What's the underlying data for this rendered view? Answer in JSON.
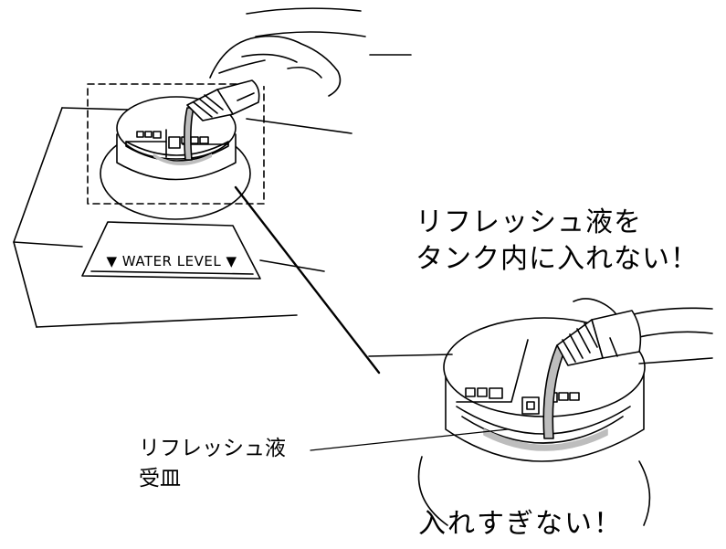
{
  "warning_top": {
    "line1": "リフレッシュ液を",
    "line2": "タンク内に入れない！"
  },
  "callout": {
    "line1": "リフレッシュ液",
    "line2": "受皿"
  },
  "warning_bottom": "入れすぎない！",
  "panel_label": "▼ WATER LEVEL ▼",
  "colors": {
    "ink": "#000000",
    "liquid": "#bdbdbd",
    "background": "#ffffff"
  }
}
